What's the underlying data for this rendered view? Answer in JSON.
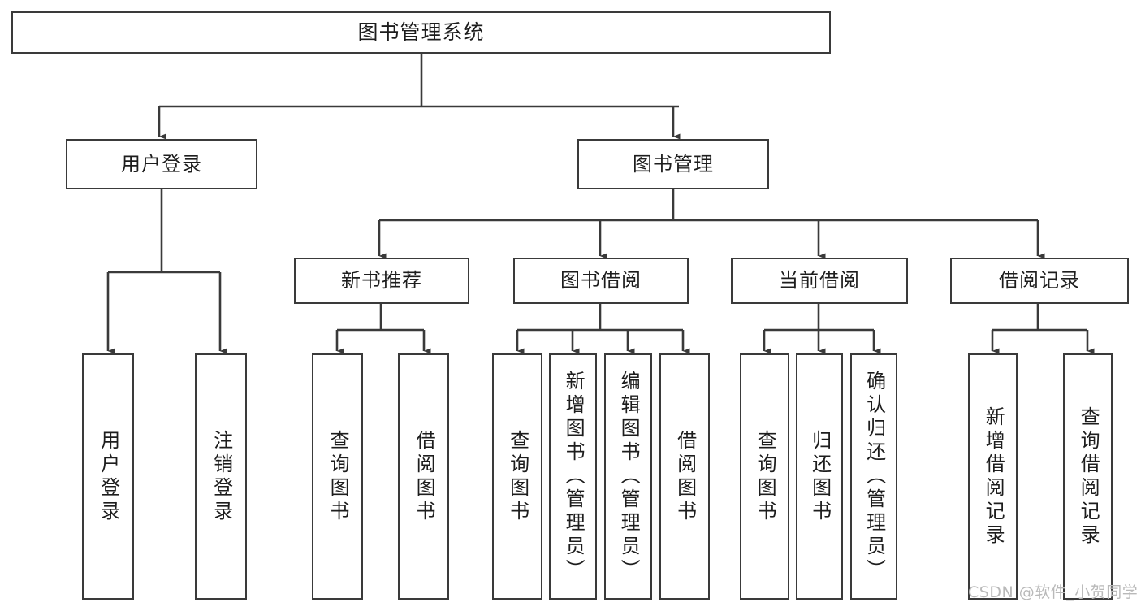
{
  "diagram": {
    "title": "图书管理系统",
    "type": "tree",
    "background_color": "#ffffff",
    "line_color": "#3a3a3a",
    "text_color": "#1d1d1d",
    "watermark": "CSDN @软件_小贺同学",
    "watermark_color": "#b9b9b9"
  },
  "nodes": {
    "root": {
      "label": "图书管理系统"
    },
    "level1": [
      {
        "id": "user-login",
        "label": "用户登录"
      },
      {
        "id": "book-manage",
        "label": "图书管理"
      }
    ],
    "level2": [
      {
        "id": "new-book-recommend",
        "label": "新书推荐",
        "parent": "book-manage"
      },
      {
        "id": "book-borrow",
        "label": "图书借阅",
        "parent": "book-manage"
      },
      {
        "id": "current-borrow",
        "label": "当前借阅",
        "parent": "book-manage"
      },
      {
        "id": "borrow-record",
        "label": "借阅记录",
        "parent": "book-manage"
      }
    ],
    "leaves": [
      {
        "id": "leaf-user-login",
        "label": "用户登录",
        "parent": "user-login"
      },
      {
        "id": "leaf-user-logout",
        "label": "注销登录",
        "parent": "user-login"
      },
      {
        "id": "leaf-query-book-1",
        "label": "查询图书",
        "parent": "new-book-recommend"
      },
      {
        "id": "leaf-borrow-book-1",
        "label": "借阅图书",
        "parent": "new-book-recommend"
      },
      {
        "id": "leaf-query-book-2",
        "label": "查询图书",
        "parent": "book-borrow"
      },
      {
        "id": "leaf-add-book",
        "label": "新增图书（管理员）",
        "parent": "book-borrow"
      },
      {
        "id": "leaf-edit-book",
        "label": "编辑图书（管理员）",
        "parent": "book-borrow"
      },
      {
        "id": "leaf-borrow-book-2",
        "label": "借阅图书",
        "parent": "book-borrow"
      },
      {
        "id": "leaf-query-book-3",
        "label": "查询图书",
        "parent": "current-borrow"
      },
      {
        "id": "leaf-return-book",
        "label": "归还图书",
        "parent": "current-borrow"
      },
      {
        "id": "leaf-confirm-return",
        "label": "确认归还（管理员）",
        "parent": "current-borrow"
      },
      {
        "id": "leaf-add-record",
        "label": "新增借阅记录",
        "parent": "borrow-record"
      },
      {
        "id": "leaf-query-record",
        "label": "查询借阅记录",
        "parent": "borrow-record"
      }
    ]
  }
}
